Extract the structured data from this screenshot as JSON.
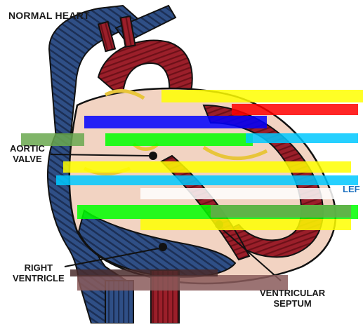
{
  "title": "NORMAL HEART",
  "labels": {
    "aortic_valve_line1": "AORTIC",
    "aortic_valve_line2": "VALVE",
    "right_ventricle_line1": "RIGHT",
    "right_ventricle_line2": "VENTRICLE",
    "ventricular_septum_line1": "VENTRICULAR",
    "ventricular_septum_line2": "SEPTUM",
    "left_partial": "LEF"
  },
  "colors": {
    "vein_blue": "#2f4f86",
    "vein_stripe": "#1c2f55",
    "muscle_red": "#9b1f2a",
    "muscle_stripe": "#6d1018",
    "chamber_pink": "#f2d3c2",
    "valve_yellow": "#e8c53a",
    "outline": "#111111"
  },
  "glitch_colors": [
    "#ffff00",
    "#00ff00",
    "#00c8ff",
    "#ff0000",
    "#0000ff",
    "#ff00ff",
    "#ffffff",
    "#4a2c2c",
    "#8a5a5a",
    "#6aa84f",
    "#f5f5dc"
  ]
}
